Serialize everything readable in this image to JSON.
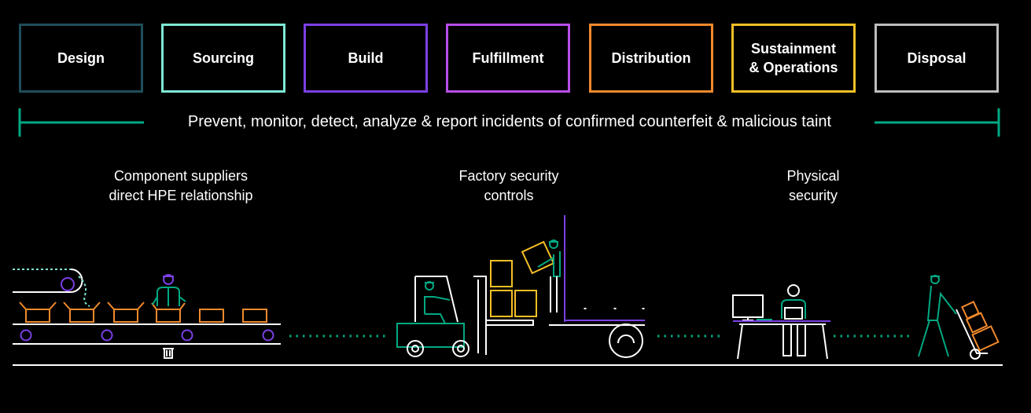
{
  "stages": [
    {
      "label": "Design",
      "color": "#1f4e5b"
    },
    {
      "label": "Sourcing",
      "color": "#7ee8d4"
    },
    {
      "label": "Build",
      "color": "#7b3fe4"
    },
    {
      "label": "Fulfillment",
      "color": "#b94ee8"
    },
    {
      "label": "Distribution",
      "color": "#f28a2c"
    },
    {
      "label": "Sustainment\n& Operations",
      "color": "#f5c026"
    },
    {
      "label": "Disposal",
      "color": "#bdbdbd"
    }
  ],
  "banner": {
    "text": "Prevent, monitor, detect, analyze & report incidents of confirmed counterfeit & malicious taint",
    "color": "#01a982"
  },
  "captions": [
    {
      "text": "Component suppliers\ndirect HPE relationship"
    },
    {
      "text": "Factory security\ncontrols"
    },
    {
      "text": "Physical\nsecurity"
    }
  ],
  "colors": {
    "green": "#01a982",
    "teal": "#7ee8d4",
    "purple": "#7b3fe4",
    "orange": "#f28a2c",
    "yellow": "#f5c026",
    "white": "#ffffff"
  },
  "icons": [
    "conveyor-belt-icon",
    "assembly-worker-icon",
    "forklift-icon",
    "loading-worker-icon",
    "loading-truck-icon",
    "desk-workstation-icon",
    "hand-truck-worker-icon"
  ]
}
